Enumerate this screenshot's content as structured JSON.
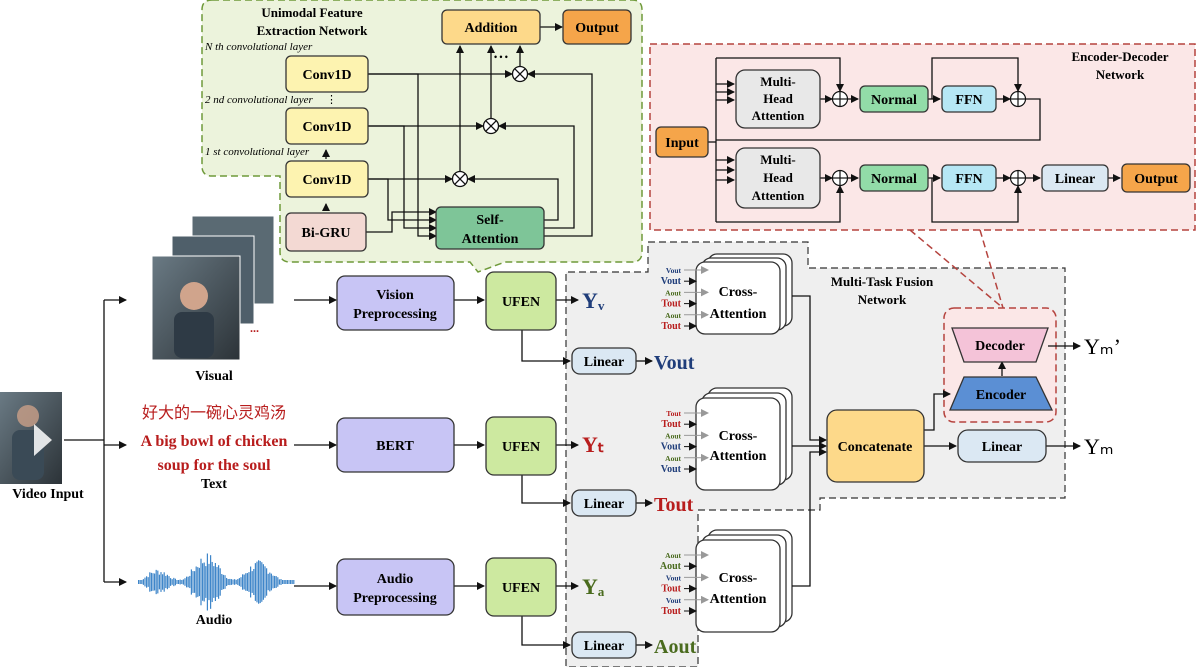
{
  "ufen_panel": {
    "title_line1": "Unimodal Feature",
    "title_line2": "Extraction Network",
    "layer_n": "N th convolutional layer",
    "layer_2": "2 nd convolutional layer",
    "layer_1": "1 st convolutional layer",
    "vdots": "⋮",
    "hdots": "• • •",
    "conv": "Conv1D",
    "bigru": "Bi-GRU",
    "selfatt_1": "Self-",
    "selfatt_2": "Attention",
    "addition": "Addition",
    "output": "Output"
  },
  "encdec_panel": {
    "title_line1": "Encoder-Decoder",
    "title_line2": "Network",
    "input": "Input",
    "mha_1": "Multi-",
    "mha_2": "Head",
    "mha_3": "Attention",
    "normal": "Normal",
    "ffn": "FFN",
    "linear": "Linear",
    "output": "Output"
  },
  "fusion_panel": {
    "title_line1": "Multi-Task Fusion",
    "title_line2": "Network",
    "cross_1": "Cross-",
    "cross_2": "Attention",
    "concatenate": "Concatenate",
    "decoder": "Decoder",
    "encoder": "Encoder",
    "linear": "Linear",
    "ym_prime": "Yₘ’",
    "ym": "Yₘ"
  },
  "inputs": {
    "video_input": "Video Input",
    "visual": "Visual",
    "text": "Text",
    "audio": "Audio",
    "chinese": "好大的一碗心灵鸡汤",
    "english_1": "A big bowl of chicken",
    "english_2": "soup for the soul",
    "dots": "..."
  },
  "pipeline": {
    "vision_pre_1": "Vision",
    "vision_pre_2": "Preprocessing",
    "bert": "BERT",
    "audio_pre_1": "Audio",
    "audio_pre_2": "Preprocessing",
    "ufen": "UFEN",
    "linear": "Linear",
    "yv": "Yᵥ",
    "yt": "Yₜ",
    "ya": "Yₐ",
    "vout": "Vout",
    "tout": "Tout",
    "aout": "Aout"
  },
  "cross_inputs": {
    "v": [
      "Vout",
      "Vout",
      "Aout",
      "Tout",
      "Aout",
      "Tout"
    ],
    "t": [
      "Tout",
      "Tout",
      "Aout",
      "Vout",
      "Aout",
      "Vout"
    ],
    "a": [
      "Aout",
      "Aout",
      "Vout",
      "Tout",
      "Vout",
      "Tout"
    ]
  },
  "colors": {
    "yellow": "#fdf3b0",
    "green": "#cde9a0",
    "lavender": "#c8c5f5",
    "orange": "#f5a54a",
    "teal": "#92dca8",
    "cyan": "#b6e7f5",
    "blue": "#5b8fd4",
    "pink": "#f4c3d8",
    "lightblue": "#dbe8f3",
    "vout": "#1f3d7a",
    "tout": "#b81d1d",
    "aout": "#4a6b1e"
  }
}
